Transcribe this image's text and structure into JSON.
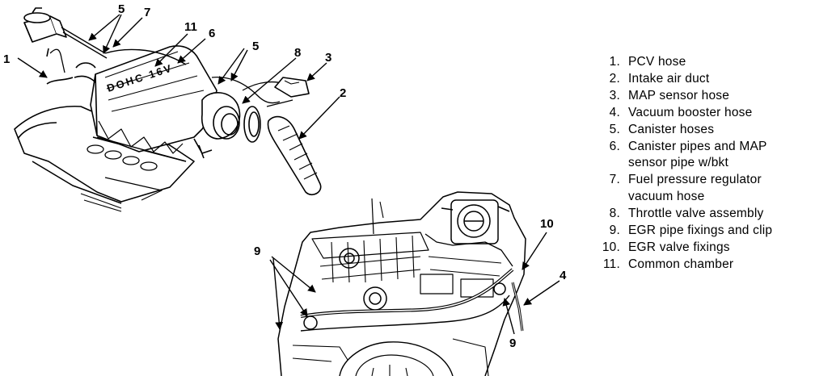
{
  "diagram": {
    "engine_lettering": "DOHC 16V",
    "callouts": {
      "top": [
        "5",
        "7",
        "11",
        "6",
        "5",
        "8",
        "3",
        "1",
        "2"
      ],
      "bottom": [
        "9",
        "10",
        "4",
        "9"
      ]
    },
    "legend": [
      {
        "num": "1.",
        "text": "PCV hose"
      },
      {
        "num": "2.",
        "text": "Intake air duct"
      },
      {
        "num": "3.",
        "text": "MAP sensor hose"
      },
      {
        "num": "4.",
        "text": "Vacuum booster hose"
      },
      {
        "num": "5.",
        "text": "Canister hoses"
      },
      {
        "num": "6.",
        "text": "Canister pipes and MAP",
        "text2": "sensor pipe w/bkt"
      },
      {
        "num": "7.",
        "text": "Fuel pressure regulator",
        "text2": "vacuum hose"
      },
      {
        "num": "8.",
        "text": "Throttle valve assembly"
      },
      {
        "num": "9.",
        "text": "EGR pipe fixings and clip"
      },
      {
        "num": "10.",
        "text": "EGR valve fixings"
      },
      {
        "num": "11.",
        "text": "Common chamber"
      }
    ]
  }
}
